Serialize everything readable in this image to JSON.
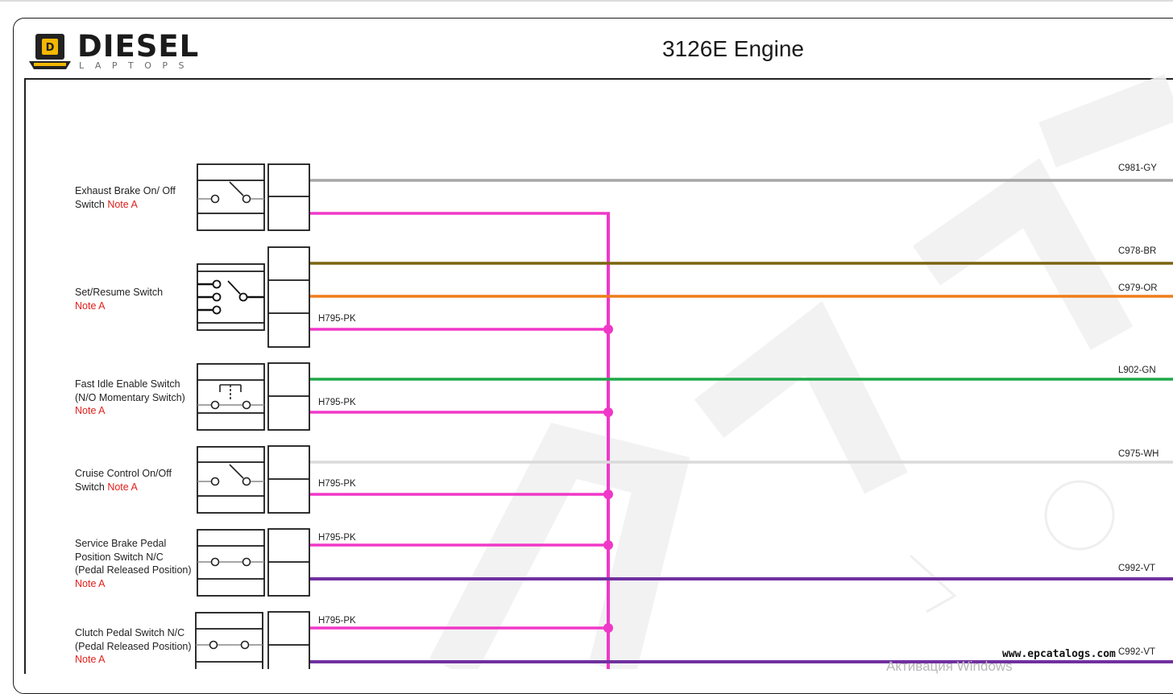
{
  "header": {
    "title": "3126E Engine",
    "logo": {
      "word": "DIESEL",
      "sub": "LAPTOPS",
      "badge_letter": "D"
    }
  },
  "switches": [
    {
      "name_lines": [
        "Exhaust Brake On/ Off",
        "Switch"
      ],
      "note": "Note A",
      "note_inline": true,
      "symbol": "toggle-switch"
    },
    {
      "name_lines": [
        "Set/Resume Switch"
      ],
      "note": "Note A",
      "note_inline": false,
      "symbol": "three-position-switch"
    },
    {
      "name_lines": [
        "Fast Idle Enable Switch",
        "(N/O Momentary Switch)"
      ],
      "note": "Note A",
      "note_inline": false,
      "symbol": "momentary-switch"
    },
    {
      "name_lines": [
        "Cruise Control On/Off",
        "Switch"
      ],
      "note": "Note A",
      "note_inline": true,
      "symbol": "toggle-switch"
    },
    {
      "name_lines": [
        "Service Brake Pedal",
        "Position Switch N/C",
        "(Pedal Released Position)"
      ],
      "note": "Note A",
      "note_inline": false,
      "symbol": "closed-switch"
    },
    {
      "name_lines": [
        "Clutch Pedal Switch N/C",
        "(Pedal Released Position)"
      ],
      "note": "Note A",
      "note_inline": false,
      "symbol": "closed-switch"
    }
  ],
  "wires": [
    {
      "label": "C981-GY",
      "color": "#a6a6a6"
    },
    {
      "label": "C978-BR",
      "color": "#7a6411"
    },
    {
      "label": "C979-OR",
      "color": "#ee7d1b"
    },
    {
      "label": "L902-GN",
      "color": "#1fa84a"
    },
    {
      "label": "C975-WH",
      "color": "#dadada"
    },
    {
      "label": "C992-VT",
      "color": "#7030a0"
    },
    {
      "label": "C992-VT",
      "color": "#7030a0"
    }
  ],
  "power_wire": {
    "label": "H795-PK",
    "color": "#f038c8"
  },
  "watermark": {
    "site": "www.epcatalogs.com",
    "os_notice": "Активация Windows"
  }
}
